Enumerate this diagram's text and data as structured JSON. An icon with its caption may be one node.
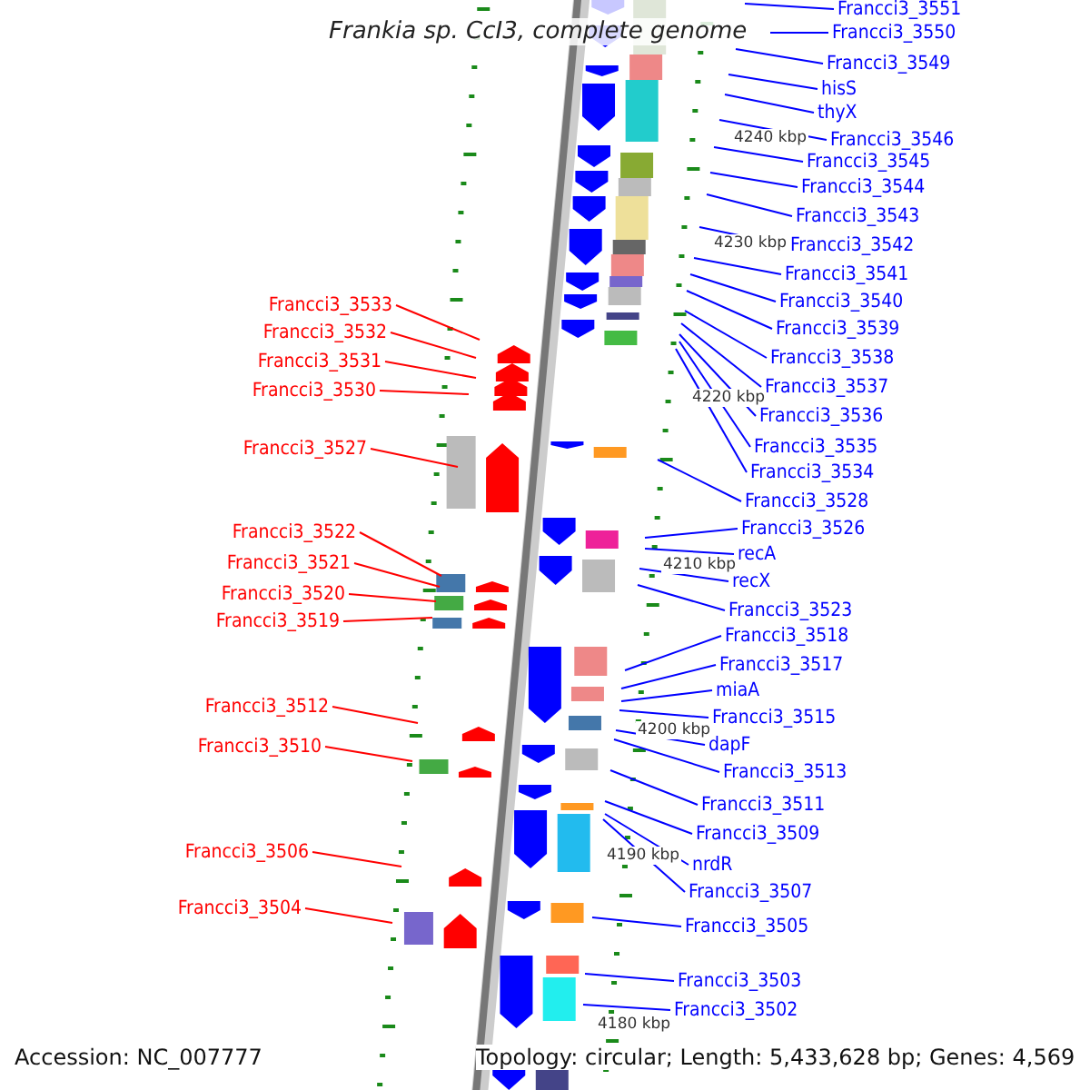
{
  "diagram": {
    "title": "Frankia sp. CcI3, complete genome",
    "nodes": [
      {
        "text": [
          "Francci3_3533"
        ]
      },
      {
        "text": [
          "Francci3_3532"
        ]
      },
      {
        "text": [
          "Francci3_3531"
        ]
      },
      {
        "text": [
          "Francci3_3530"
        ]
      },
      {
        "text": [
          "Francci3_3527"
        ]
      },
      {
        "text": [
          "Francci3_3522"
        ]
      },
      {
        "text": [
          "Francci3_3521"
        ]
      },
      {
        "text": [
          "Francci3_3520"
        ]
      },
      {
        "text": [
          "Francci3_3519"
        ]
      },
      {
        "text": [
          "Francci3_3512"
        ]
      },
      {
        "text": [
          "Francci3_3510"
        ]
      },
      {
        "text": [
          "Francci3_3506"
        ]
      },
      {
        "text": [
          "Francci3_3504"
        ]
      },
      {
        "text": [
          "Francci3_3551"
        ]
      },
      {
        "text": [
          "Francci3_3550"
        ]
      },
      {
        "text": [
          "Francci3_3549"
        ]
      },
      {
        "text": [
          "hisS"
        ]
      },
      {
        "text": [
          "thyX"
        ]
      },
      {
        "text": [
          "Francci3_3546"
        ]
      },
      {
        "text": [
          "Francci3_3545"
        ]
      },
      {
        "text": [
          "Francci3_3544"
        ]
      },
      {
        "text": [
          "Francci3_3543"
        ]
      },
      {
        "text": [
          "Francci3_3542"
        ]
      },
      {
        "text": [
          "Francci3_3541"
        ]
      },
      {
        "text": [
          "Francci3_3540"
        ]
      },
      {
        "text": [
          "Francci3_3539"
        ]
      },
      {
        "text": [
          "Francci3_3538"
        ]
      },
      {
        "text": [
          "Francci3_3537"
        ]
      },
      {
        "text": [
          "Francci3_3536"
        ]
      },
      {
        "text": [
          "Francci3_3535"
        ]
      },
      {
        "text": [
          "Francci3_3534"
        ]
      },
      {
        "text": [
          "Francci3_3528"
        ]
      },
      {
        "text": [
          "Francci3_3526"
        ]
      },
      {
        "text": [
          "recA"
        ]
      },
      {
        "text": [
          "recX"
        ]
      },
      {
        "text": [
          "Francci3_3523"
        ]
      },
      {
        "text": [
          "Francci3_3518"
        ]
      },
      {
        "text": [
          "Francci3_3517"
        ]
      },
      {
        "text": [
          "miaA"
        ]
      },
      {
        "text": [
          "Francci3_3515"
        ]
      },
      {
        "text": [
          "dapF"
        ]
      },
      {
        "text": [
          "Francci3_3513"
        ]
      },
      {
        "text": [
          "Francci3_3511"
        ]
      },
      {
        "text": [
          "Francci3_3509"
        ]
      },
      {
        "text": [
          "nrdR"
        ]
      },
      {
        "text": [
          "Francci3_3507"
        ]
      },
      {
        "text": [
          "Francci3_3505"
        ]
      },
      {
        "text": [
          "Francci3_3503"
        ]
      },
      {
        "text": [
          "Francci3_3502"
        ]
      }
    ],
    "edges": [
      {
        "from": 0,
        "to": null,
        "arrow": "none",
        "color": "#ff0000"
      },
      {
        "from": 1,
        "to": null,
        "arrow": "none",
        "color": "#ff0000"
      },
      {
        "from": 2,
        "to": null,
        "arrow": "none",
        "color": "#ff0000"
      },
      {
        "from": 3,
        "to": null,
        "arrow": "none",
        "color": "#ff0000"
      },
      {
        "from": 4,
        "to": null,
        "arrow": "none",
        "color": "#ff0000"
      },
      {
        "from": 5,
        "to": null,
        "arrow": "none",
        "color": "#ff0000"
      },
      {
        "from": 6,
        "to": null,
        "arrow": "none",
        "color": "#ff0000"
      },
      {
        "from": 7,
        "to": null,
        "arrow": "none",
        "color": "#ff0000"
      },
      {
        "from": 8,
        "to": null,
        "arrow": "none",
        "color": "#ff0000"
      },
      {
        "from": 9,
        "to": null,
        "arrow": "none",
        "color": "#ff0000"
      },
      {
        "from": 10,
        "to": null,
        "arrow": "none",
        "color": "#ff0000"
      },
      {
        "from": 11,
        "to": null,
        "arrow": "none",
        "color": "#ff0000"
      },
      {
        "from": 12,
        "to": null,
        "arrow": "none",
        "color": "#ff0000"
      },
      {
        "from": 13,
        "to": null,
        "arrow": "none"
      },
      {
        "from": 14,
        "to": null,
        "arrow": "none"
      },
      {
        "from": 15,
        "to": null,
        "arrow": "none"
      },
      {
        "from": 16,
        "to": null,
        "arrow": "none"
      },
      {
        "from": 17,
        "to": null,
        "arrow": "none"
      },
      {
        "from": 18,
        "to": null,
        "arrow": "none"
      },
      {
        "from": 19,
        "to": null,
        "arrow": "none"
      },
      {
        "from": 20,
        "to": null,
        "arrow": "none"
      },
      {
        "from": 21,
        "to": null,
        "arrow": "none"
      },
      {
        "from": 22,
        "to": null,
        "arrow": "none"
      },
      {
        "from": 23,
        "to": null,
        "arrow": "none"
      },
      {
        "from": 24,
        "to": null,
        "arrow": "none"
      },
      {
        "from": 25,
        "to": null,
        "arrow": "none"
      },
      {
        "from": 26,
        "to": null,
        "arrow": "none"
      },
      {
        "from": 27,
        "to": null,
        "arrow": "none"
      },
      {
        "from": 28,
        "to": null,
        "arrow": "none"
      },
      {
        "from": 29,
        "to": null,
        "arrow": "none"
      },
      {
        "from": 30,
        "to": null,
        "arrow": "none"
      },
      {
        "from": 31,
        "to": null,
        "arrow": "none"
      },
      {
        "from": 32,
        "to": null,
        "arrow": "none"
      },
      {
        "from": 33,
        "to": null,
        "arrow": "none"
      },
      {
        "from": 34,
        "to": null,
        "arrow": "none"
      },
      {
        "from": 35,
        "to": null,
        "arrow": "none"
      },
      {
        "from": 36,
        "to": null,
        "arrow": "none"
      },
      {
        "from": 37,
        "to": null,
        "arrow": "none"
      },
      {
        "from": 38,
        "to": null,
        "arrow": "none"
      },
      {
        "from": 39,
        "to": null,
        "arrow": "none"
      },
      {
        "from": 40,
        "to": null,
        "arrow": "none"
      },
      {
        "from": 41,
        "to": null,
        "arrow": "none"
      },
      {
        "from": 42,
        "to": null,
        "arrow": "none"
      },
      {
        "from": 43,
        "to": null,
        "arrow": "none"
      },
      {
        "from": 44,
        "to": null,
        "arrow": "none"
      },
      {
        "from": 45,
        "to": null,
        "arrow": "none"
      },
      {
        "from": 46,
        "to": null,
        "arrow": "none"
      },
      {
        "from": 47,
        "to": null,
        "arrow": "none"
      },
      {
        "from": 48,
        "to": null,
        "arrow": "none"
      }
    ],
    "labels": [
      "4240 kbp",
      "4230 kbp",
      "4220 kbp",
      "4210 kbp",
      "4200 kbp",
      "4190 kbp",
      "4180 kbp",
      "Accession: NC_007777",
      "Topology: circular; Length: 5,433,628 bp; Genes: 4,569"
    ]
  }
}
